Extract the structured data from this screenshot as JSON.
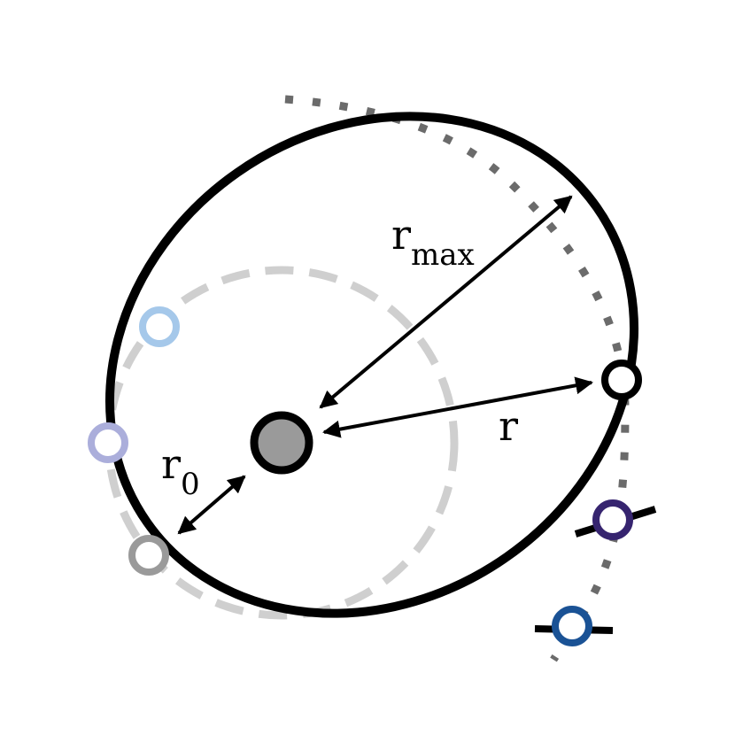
{
  "labels": {
    "r_max_main": "r",
    "r_max_sub": "max",
    "r_main": "r",
    "r0_main": "r",
    "r0_sub": "0"
  },
  "colors": {
    "ellipse": "#000000",
    "dashed_circle": "#cfcfcf",
    "dotted_path": "#6b6b6b",
    "center_fill": "#9a9a9a",
    "point_light_blue": "#a5c8ea",
    "point_lavender": "#abaedb",
    "point_gray": "#9a9a9a",
    "point_white": "#ffffff",
    "point_dark_purple": "#36246f",
    "point_dark_blue": "#1a5295"
  }
}
